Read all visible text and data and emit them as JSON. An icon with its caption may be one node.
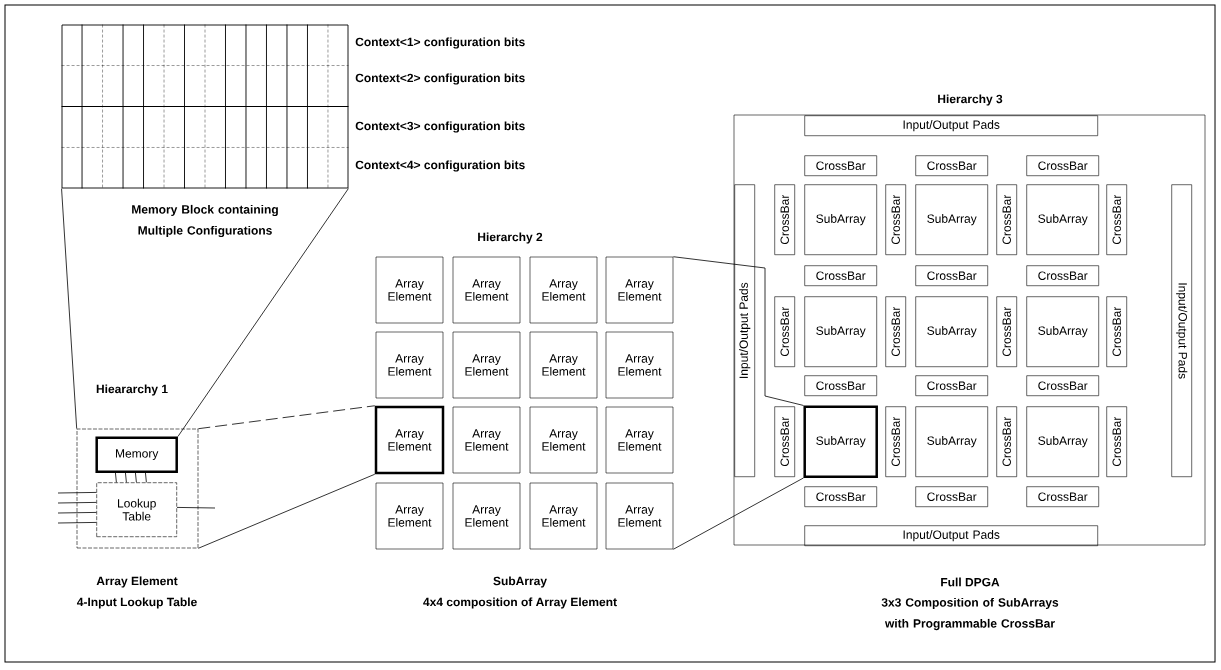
{
  "diagram": {
    "nodes": [
      {
        "text": [],
        "shape": "grid",
        "beside": [
          "Memory Block containing Multiple Configurations"
        ]
      },
      {
        "text": [
          "Hieararchy 1"
        ],
        "beside": [
          "Array Element",
          "4-Input Lookup Table"
        ]
      },
      {
        "text": [
          "Memory"
        ],
        "in": 1
      },
      {
        "text": [
          "Lookup Table"
        ],
        "in": 1
      },
      {
        "text": [
          "Array Element"
        ]
      },
      {
        "text": [
          "Array Element"
        ]
      },
      {
        "text": [
          "Array Element"
        ]
      },
      {
        "text": [
          "Array Element"
        ]
      },
      {
        "text": [
          "Array Element"
        ]
      },
      {
        "text": [
          "Array Element"
        ]
      },
      {
        "text": [
          "Array Element"
        ]
      },
      {
        "text": [
          "Array Element"
        ]
      },
      {
        "text": [
          "Array Element"
        ]
      },
      {
        "text": [
          "Array Element"
        ]
      },
      {
        "text": [
          "Array Element"
        ]
      },
      {
        "text": [
          "Array Element"
        ]
      },
      {
        "text": [
          "Array Element"
        ]
      },
      {
        "text": [
          "Array Element"
        ]
      },
      {
        "text": [
          "Array Element"
        ]
      },
      {
        "text": [
          "Array Element"
        ]
      },
      {
        "text": [
          "Hierarchy 3"
        ],
        "beside": [
          "Full DPGA",
          "3x3 Composition of SubArrays with Programmable CrossBar"
        ]
      },
      {
        "text": [
          "Input/Output Pads"
        ],
        "in": 20
      },
      {
        "text": [
          "CrossBar"
        ],
        "in": 20
      },
      {
        "text": [
          "CrossBar"
        ],
        "in": 20
      },
      {
        "text": [
          "CrossBar"
        ],
        "in": 20
      },
      {
        "text": [
          "Input/Output Pads"
        ],
        "in": 20
      },
      {
        "text": [
          "CrossBar"
        ],
        "in": 20
      },
      {
        "text": [
          "SubArray"
        ],
        "in": 20
      },
      {
        "text": [
          "CrossBar"
        ],
        "in": 20
      },
      {
        "text": [
          "SubArray"
        ],
        "in": 20
      },
      {
        "text": [
          "CrossBar"
        ],
        "in": 20
      },
      {
        "text": [
          "SubArray"
        ],
        "in": 20
      },
      {
        "text": [
          "CrossBar"
        ],
        "in": 20
      },
      {
        "text": [
          "Input/Output Pads"
        ],
        "in": 20
      },
      {
        "text": [
          "CrossBar"
        ],
        "in": 20
      },
      {
        "text": [
          "CrossBar"
        ],
        "in": 20
      },
      {
        "text": [
          "CrossBar"
        ],
        "in": 20
      },
      {
        "text": [
          "CrossBar"
        ],
        "in": 20
      },
      {
        "text": [
          "SubArray"
        ],
        "in": 20
      },
      {
        "text": [
          "CrossBar"
        ],
        "in": 20
      },
      {
        "text": [
          "SubArray"
        ],
        "in": 20
      },
      {
        "text": [
          "CrossBar"
        ],
        "in": 20
      },
      {
        "text": [
          "SubArray"
        ],
        "in": 20
      },
      {
        "text": [
          "CrossBar"
        ],
        "in": 20
      },
      {
        "text": [
          "CrossBar"
        ],
        "in": 20
      },
      {
        "text": [
          "CrossBar"
        ],
        "in": 20
      },
      {
        "text": [
          "CrossBar"
        ],
        "in": 20
      },
      {
        "text": [
          "CrossBar"
        ],
        "in": 20
      },
      {
        "text": [
          "SubArray"
        ],
        "in": 20
      },
      {
        "text": [
          "CrossBar"
        ],
        "in": 20
      },
      {
        "text": [
          "SubArray"
        ],
        "in": 20
      },
      {
        "text": [
          "CrossBar"
        ],
        "in": 20
      },
      {
        "text": [
          "SubArray"
        ],
        "in": 20
      },
      {
        "text": [
          "CrossBar"
        ],
        "in": 20
      },
      {
        "text": [
          "CrossBar"
        ],
        "in": 20
      },
      {
        "text": [
          "CrossBar"
        ],
        "in": 20
      },
      {
        "text": [
          "CrossBar"
        ],
        "in": 20
      },
      {
        "text": [
          "Input/Output Pads"
        ],
        "in": 20
      }
    ],
    "edges": [
      {
        "from": 0,
        "to": 1,
        "arrow": "none"
      },
      {
        "from": 0,
        "to": 2,
        "arrow": "none"
      },
      {
        "from": null,
        "to": 3,
        "arrow": "none"
      },
      {
        "from": null,
        "to": 3,
        "arrow": "none"
      },
      {
        "from": null,
        "to": 3,
        "arrow": "none"
      },
      {
        "from": null,
        "to": 3,
        "arrow": "none"
      },
      {
        "from": 2,
        "to": 3,
        "arrow": "none"
      },
      {
        "from": 2,
        "to": 3,
        "arrow": "none"
      },
      {
        "from": 2,
        "to": 3,
        "arrow": "none"
      },
      {
        "from": 2,
        "to": 3,
        "arrow": "none"
      },
      {
        "from": 3,
        "to": null,
        "arrow": "none"
      },
      {
        "from": 1,
        "to": 12,
        "arrow": "none",
        "style": "dashed"
      },
      {
        "from": 1,
        "to": 12,
        "arrow": "none"
      },
      {
        "from": 7,
        "to": 48,
        "arrow": "none"
      },
      {
        "from": 19,
        "to": 48,
        "arrow": "none"
      }
    ],
    "labels": [
      "Context<1> configuration bits",
      "Context<2> configuration bits",
      "Context<3> configuration bits",
      "Context<4> configuration bits",
      "Hierarchy 2",
      "SubArray",
      "4x4 composition of Array Element"
    ]
  }
}
